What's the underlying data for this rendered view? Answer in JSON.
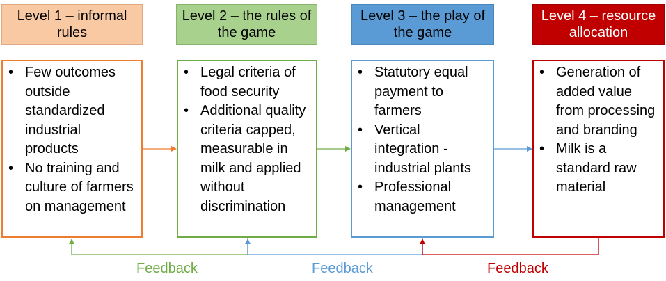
{
  "levels": [
    {
      "title": "Level 1 – informal rules",
      "items": [
        "Few outcomes outside standardized industrial products",
        "No training and culture of farmers on management"
      ]
    },
    {
      "title": "Level 2 – the rules of the game",
      "items": [
        "Legal criteria of food security",
        "Additional quality criteria capped, measurable in milk and applied without discrimination"
      ]
    },
    {
      "title": "Level 3 – the play of the game",
      "items": [
        "Statutory equal payment to farmers",
        "Vertical integration - industrial plants",
        "Professional management"
      ]
    },
    {
      "title": "Level 4 – resource allocation",
      "items": [
        "Generation of added value from processing and branding",
        "Milk is a standard raw material"
      ]
    }
  ],
  "feedback": [
    {
      "label": "Feedback",
      "color": "#70ad47"
    },
    {
      "label": "Feedback",
      "color": "#5b9bd5"
    },
    {
      "label": "Feedback",
      "color": "#c00000"
    }
  ],
  "colors": {
    "level1": "#ed7d31",
    "level2": "#70ad47",
    "level3": "#5b9bd5",
    "level4": "#c00000"
  }
}
